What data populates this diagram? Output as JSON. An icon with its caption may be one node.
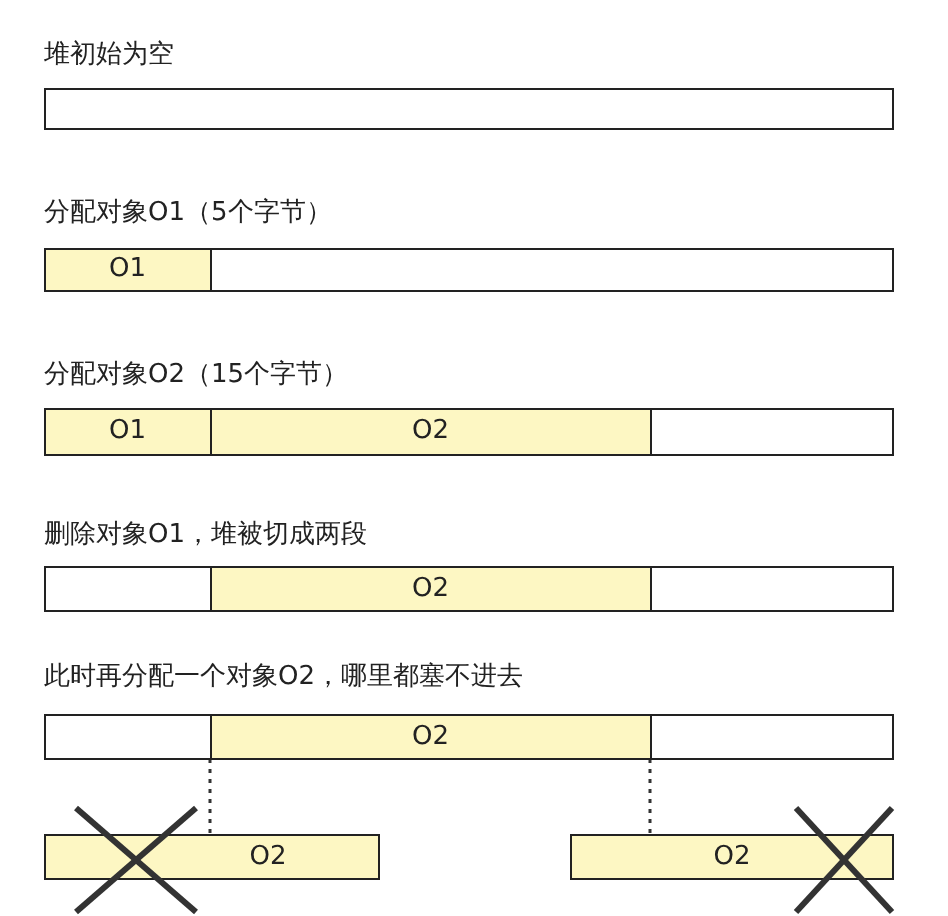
{
  "diagram": {
    "nodes": [
      {
        "text": [],
        "shape": "bar"
      },
      {
        "text": [],
        "shape": "bar"
      },
      {
        "text": [
          "O1"
        ],
        "in": 1
      },
      {
        "text": [],
        "shape": "bar"
      },
      {
        "text": [
          "O1"
        ],
        "in": 3
      },
      {
        "text": [
          "O2"
        ],
        "in": 3
      },
      {
        "text": [],
        "shape": "bar"
      },
      {
        "text": [
          "O2"
        ],
        "in": 6
      },
      {
        "text": [],
        "shape": "bar"
      },
      {
        "text": [
          "O2"
        ],
        "in": 8
      },
      {
        "text": [
          "O2"
        ]
      },
      {
        "text": [
          "O2"
        ]
      }
    ],
    "edges": [
      {
        "from": 9,
        "to": 10,
        "arrow": "none",
        "style": "dashed"
      },
      {
        "from": 9,
        "to": 11,
        "arrow": "none",
        "style": "dashed"
      }
    ],
    "labels": [
      "堆初始为空",
      "分配对象O1（5个字节）",
      "分配对象O2（15个字节）",
      "删除对象O1，堆被切成两段",
      "此时再分配一个对象O2，哪里都塞不进去"
    ]
  }
}
